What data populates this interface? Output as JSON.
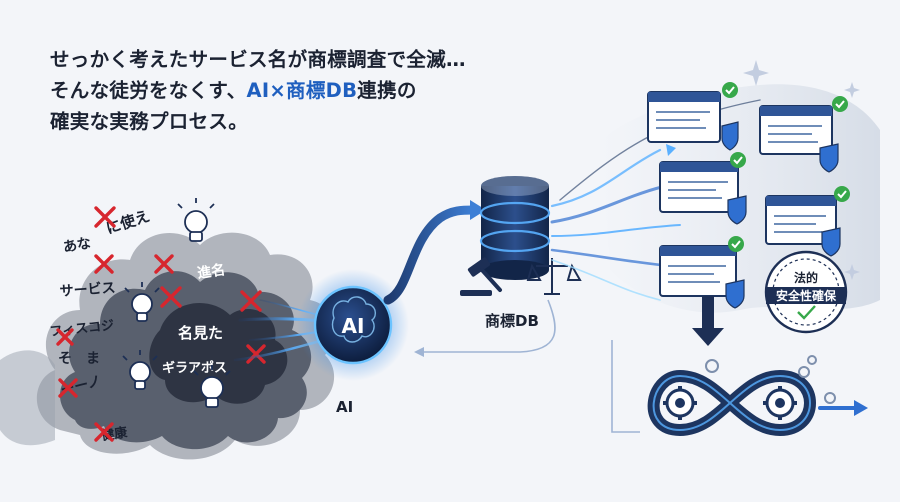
{
  "headline": {
    "line1": "せっかく考えたサービス名が商標調査で全滅…",
    "line2_prefix": "そんな徒労をなくす、",
    "line2_accent": "AI×商標DB",
    "line2_suffix": "連携の",
    "line3": "確実な実務プロセス。"
  },
  "ai_badge_text": "AI",
  "ai_label": "AI",
  "db_label": "商標DB",
  "seal": {
    "line1": "法的",
    "line2": "安全性確保"
  },
  "cloud_fragments": [
    {
      "id": "frag-1",
      "text": "に使え"
    },
    {
      "id": "frag-2",
      "text": "あな"
    },
    {
      "id": "frag-3",
      "text": "サービス"
    },
    {
      "id": "frag-4",
      "text": "フィスコジ"
    },
    {
      "id": "frag-5",
      "text": "そ"
    },
    {
      "id": "frag-6",
      "text": "ま"
    },
    {
      "id": "frag-7",
      "text": "ーーノ"
    },
    {
      "id": "frag-8",
      "text": "健康"
    },
    {
      "id": "frag-9",
      "text": "進名"
    },
    {
      "id": "frag-10",
      "text": "名見た"
    },
    {
      "id": "frag-11",
      "text": "ギラアポス"
    }
  ],
  "colors": {
    "navy": "#1d2f55",
    "blue": "#2f6fd0",
    "glow": "#58b8ff",
    "red": "#d7262e",
    "check": "#37a84a",
    "cloud": "#4a5160"
  }
}
